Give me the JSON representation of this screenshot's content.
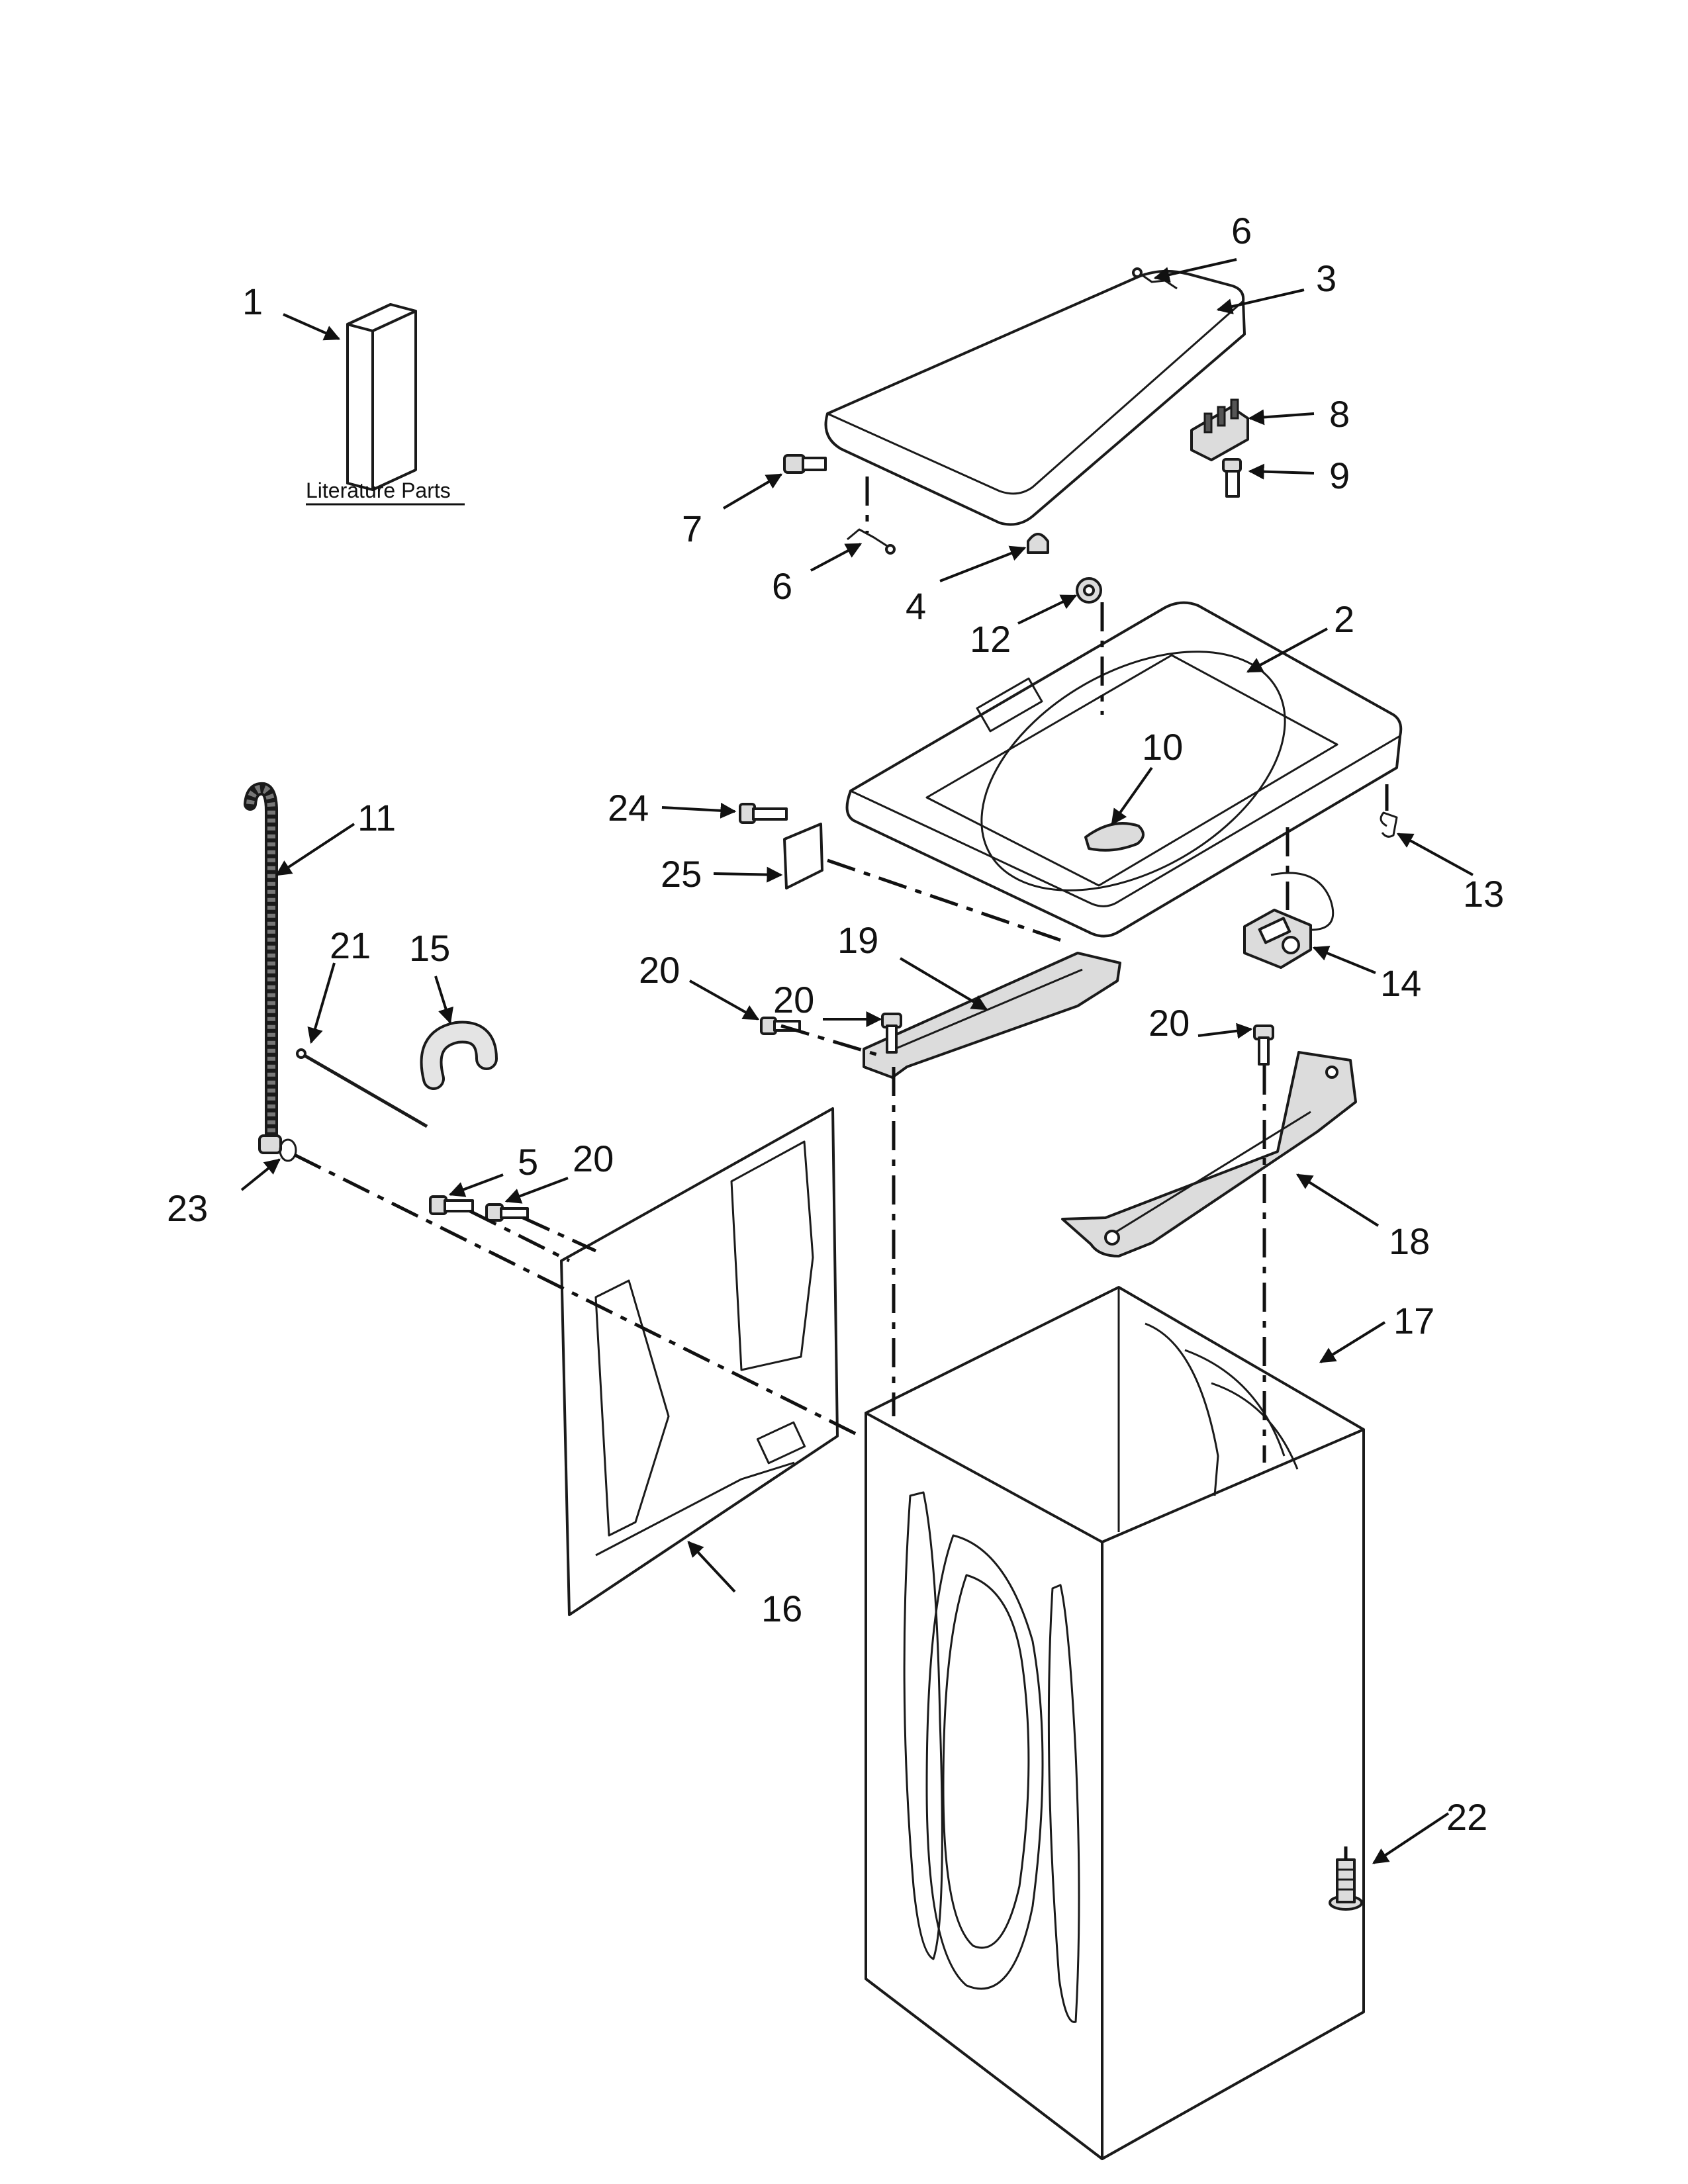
{
  "literature": {
    "label": "Literature Parts"
  },
  "callouts": [
    "1",
    "2",
    "3",
    "4",
    "5",
    "6",
    "6",
    "7",
    "8",
    "9",
    "10",
    "11",
    "12",
    "13",
    "14",
    "15",
    "16",
    "17",
    "18",
    "19",
    "20",
    "20",
    "20",
    "20",
    "21",
    "22",
    "23",
    "24",
    "25"
  ],
  "colors": {
    "line": "#1a1a1a",
    "fill": "#ffffff",
    "shade": "#dcdcdc"
  }
}
